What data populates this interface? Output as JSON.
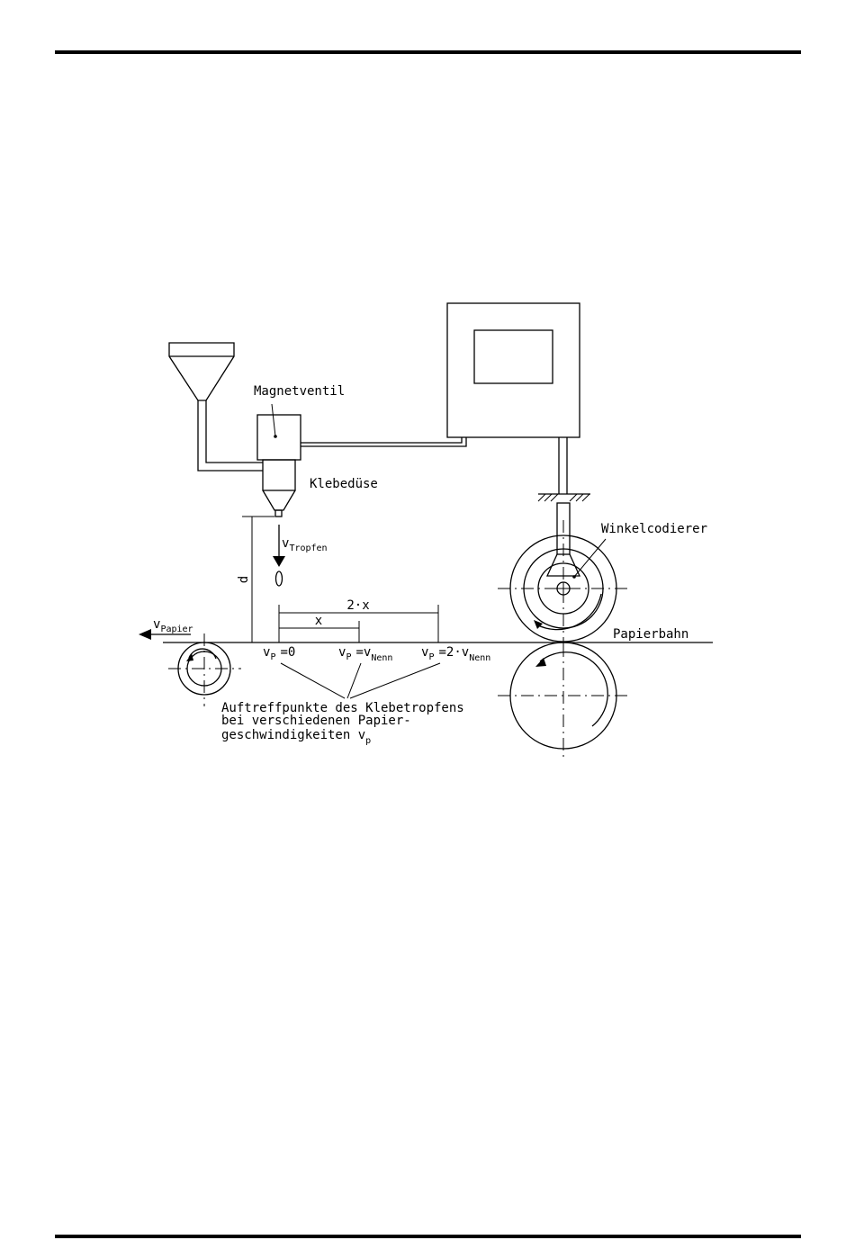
{
  "labels": {
    "magnetventil": "Magnetventil",
    "klebeduese": "Klebedüse",
    "winkelcodierer": "Winkelcodierer",
    "papierbahn": "Papierbahn",
    "v": "v",
    "tropfen_sub": "Tropfen",
    "papier_sub": "Papier",
    "d": "d",
    "dim_2x": "2·x",
    "dim_x": "x",
    "p_sub": "P",
    "eq0": "=0",
    "eq_v": "=v",
    "eq_2v": "=2·v",
    "nenn_sub": "Nenn",
    "note_line1": "Auftreffpunkte des Klebetropfens",
    "note_line2": "bei verschiedenen Papier-",
    "note_line3": "geschwindigkeiten v",
    "note_sub": "p"
  }
}
